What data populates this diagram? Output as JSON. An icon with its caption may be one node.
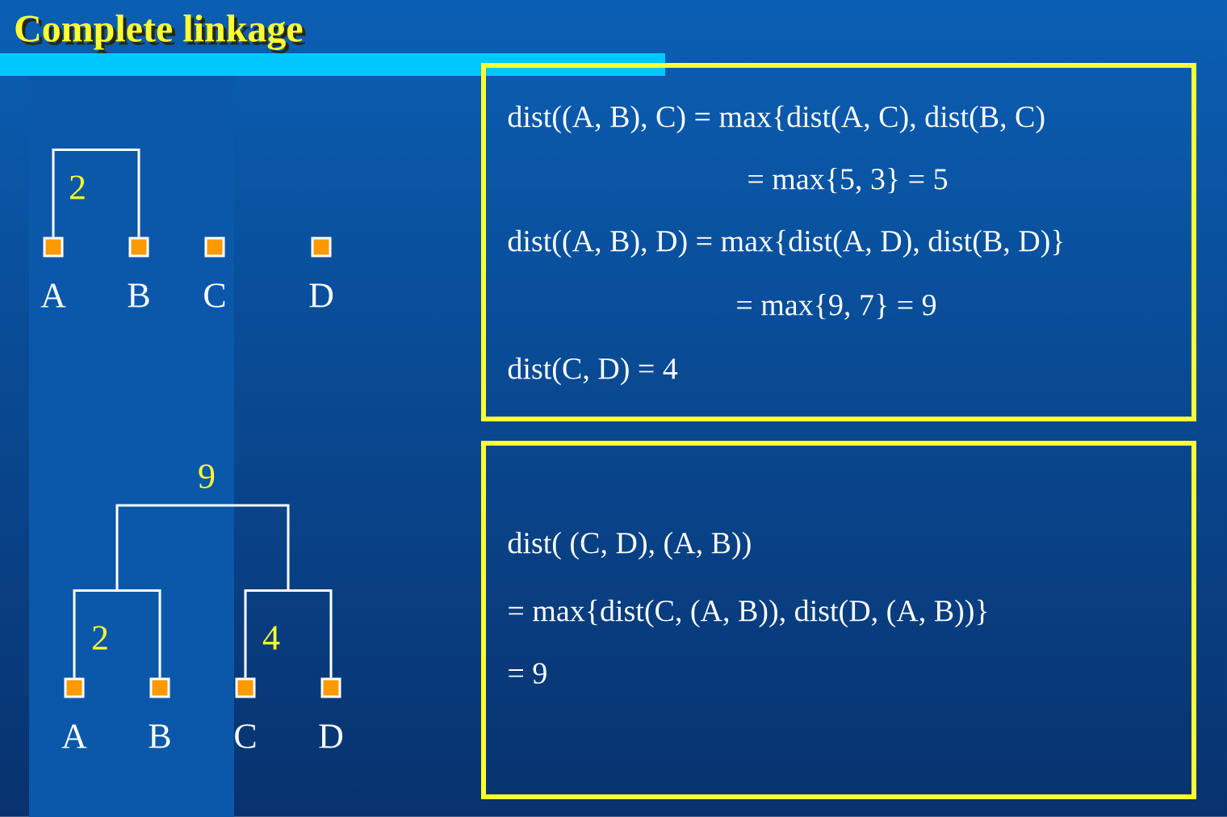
{
  "diagram": {
    "title": "Complete linkage",
    "nodes": [
      {
        "text": [
          "dist((A, B), C) = max{dist(A, C), dist(B, C)",
          "= max{5, 3} = 5",
          "dist((A, B), D) = max{dist(A, D), dist(B, D)}",
          "= max{9, 7} = 9",
          "dist(C, D) = 4"
        ]
      },
      {
        "text": [
          "dist( (C, D), (A, B))",
          "= max{dist(C, (A, B)), dist(D, (A, B))}",
          "= 9"
        ]
      },
      {
        "text": [],
        "shape": "box",
        "beside": [
          "A"
        ]
      },
      {
        "text": [],
        "shape": "box",
        "beside": [
          "B"
        ]
      },
      {
        "text": [],
        "shape": "box",
        "beside": [
          "C"
        ]
      },
      {
        "text": [],
        "shape": "box",
        "beside": [
          "D"
        ]
      },
      {
        "text": [],
        "shape": "box",
        "beside": [
          "A"
        ]
      },
      {
        "text": [],
        "shape": "box",
        "beside": [
          "B"
        ]
      },
      {
        "text": [],
        "shape": "box",
        "beside": [
          "C"
        ]
      },
      {
        "text": [],
        "shape": "box",
        "beside": [
          "D"
        ]
      }
    ],
    "edges": [
      {
        "from": 2,
        "to": 3,
        "arrow": "none",
        "label": "2"
      },
      {
        "from": 6,
        "to": 7,
        "arrow": "none",
        "label": "2"
      },
      {
        "from": 8,
        "to": 9,
        "arrow": "none",
        "label": "4"
      }
    ],
    "labels": [
      "9"
    ]
  }
}
